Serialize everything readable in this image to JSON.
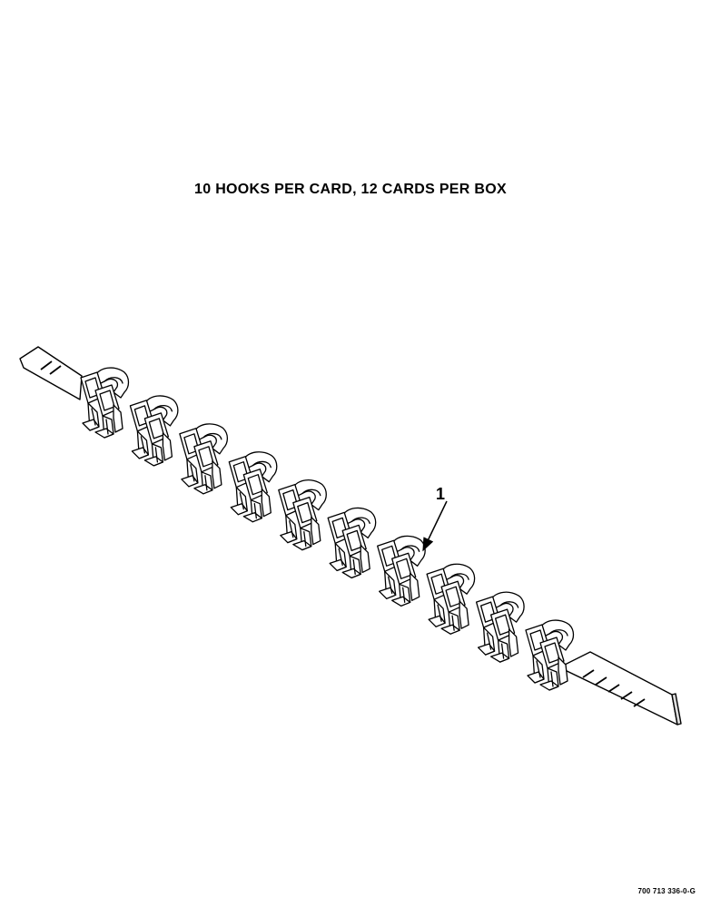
{
  "caption": "10 HOOKS PER CARD, 12 CARDS PER BOX",
  "callout": {
    "label": "1"
  },
  "drawing_number": "700 713 336-0-G",
  "hooks_per_card": 10,
  "colors": {
    "line": "#000000",
    "paper": "#ffffff"
  }
}
